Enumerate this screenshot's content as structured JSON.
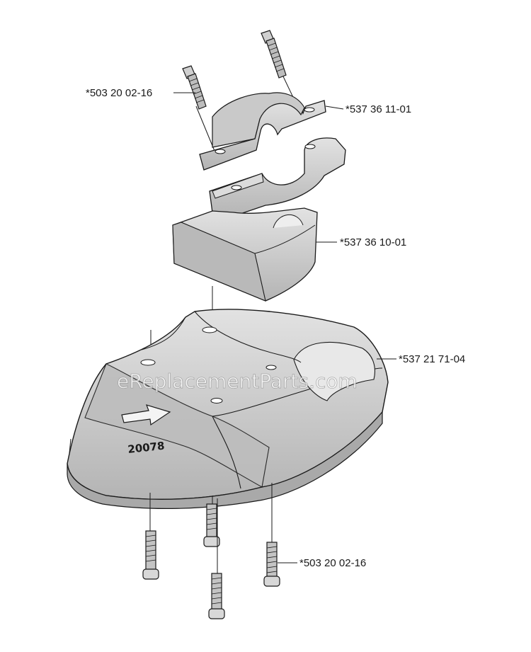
{
  "labels": {
    "screw_top": "*503 20 02-16",
    "clamp_upper": "*537 36 11-01",
    "bracket": "*537 36 10-01",
    "guard": "*537 21 71-04",
    "screw_bottom": "*503 20 02-16"
  },
  "guard_stamp": "20078",
  "watermark": "eReplacementParts.com",
  "colors": {
    "part_fill": "#cfcfcf",
    "part_light": "#e6e6e6",
    "part_dark": "#a9a9a9",
    "outline": "#1a1a1a"
  },
  "icons": {
    "direction_arrow": "rotation-arrow-icon",
    "screw": "screw-icon"
  }
}
